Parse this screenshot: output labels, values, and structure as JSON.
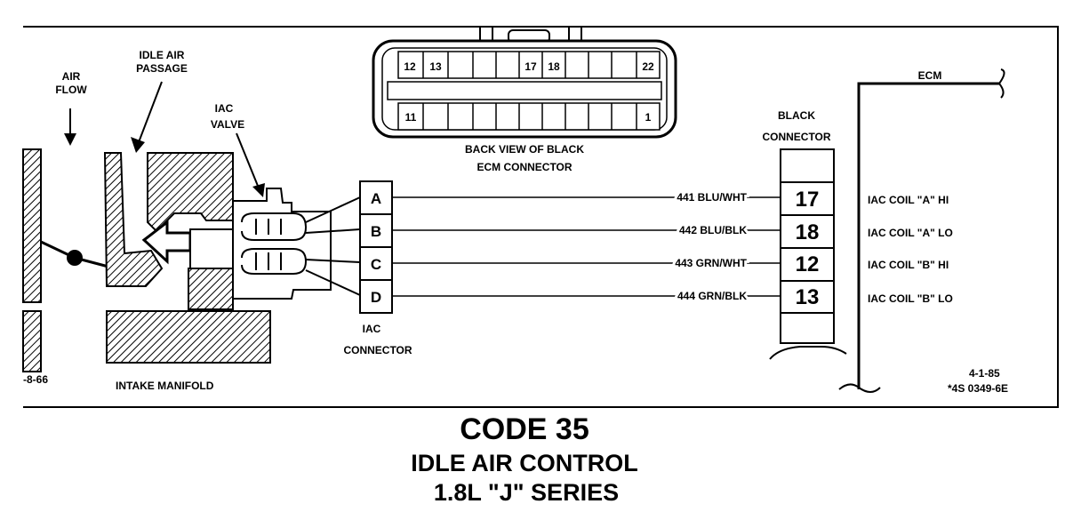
{
  "labels": {
    "air_flow_1": "AIR",
    "air_flow_2": "FLOW",
    "idle_air_1": "IDLE AIR",
    "idle_air_2": "PASSAGE",
    "iac_valve_1": "IAC",
    "iac_valve_2": "VALVE",
    "iac_connector_1": "IAC",
    "iac_connector_2": "CONNECTOR",
    "intake_manifold": "INTAKE MANIFOLD",
    "back_view_1": "BACK VIEW OF BLACK",
    "back_view_2": "ECM CONNECTOR",
    "black_connector_1": "BLACK",
    "black_connector_2": "CONNECTOR",
    "ecm": "ECM",
    "left_code": "-8-66",
    "date": "4-1-85",
    "ref": "*4S 0349-6E"
  },
  "ecm_connector": {
    "top_row": [
      "12",
      "13",
      "17",
      "18",
      "22"
    ],
    "bottom_row": [
      "11",
      "1"
    ]
  },
  "circuits": [
    {
      "pin": "A",
      "wire": "441 BLU/WHT",
      "ecm_pin": "17",
      "function": "IAC COIL \"A\" HI"
    },
    {
      "pin": "B",
      "wire": "442 BLU/BLK",
      "ecm_pin": "18",
      "function": "IAC COIL \"A\" LO"
    },
    {
      "pin": "C",
      "wire": "443 GRN/WHT",
      "ecm_pin": "12",
      "function": "IAC COIL \"B\" HI"
    },
    {
      "pin": "D",
      "wire": "444 GRN/BLK",
      "ecm_pin": "13",
      "function": "IAC COIL \"B\" LO"
    }
  ],
  "title": {
    "line1": "CODE 35",
    "line2": "IDLE AIR CONTROL",
    "line3": "1.8L \"J\" SERIES"
  }
}
